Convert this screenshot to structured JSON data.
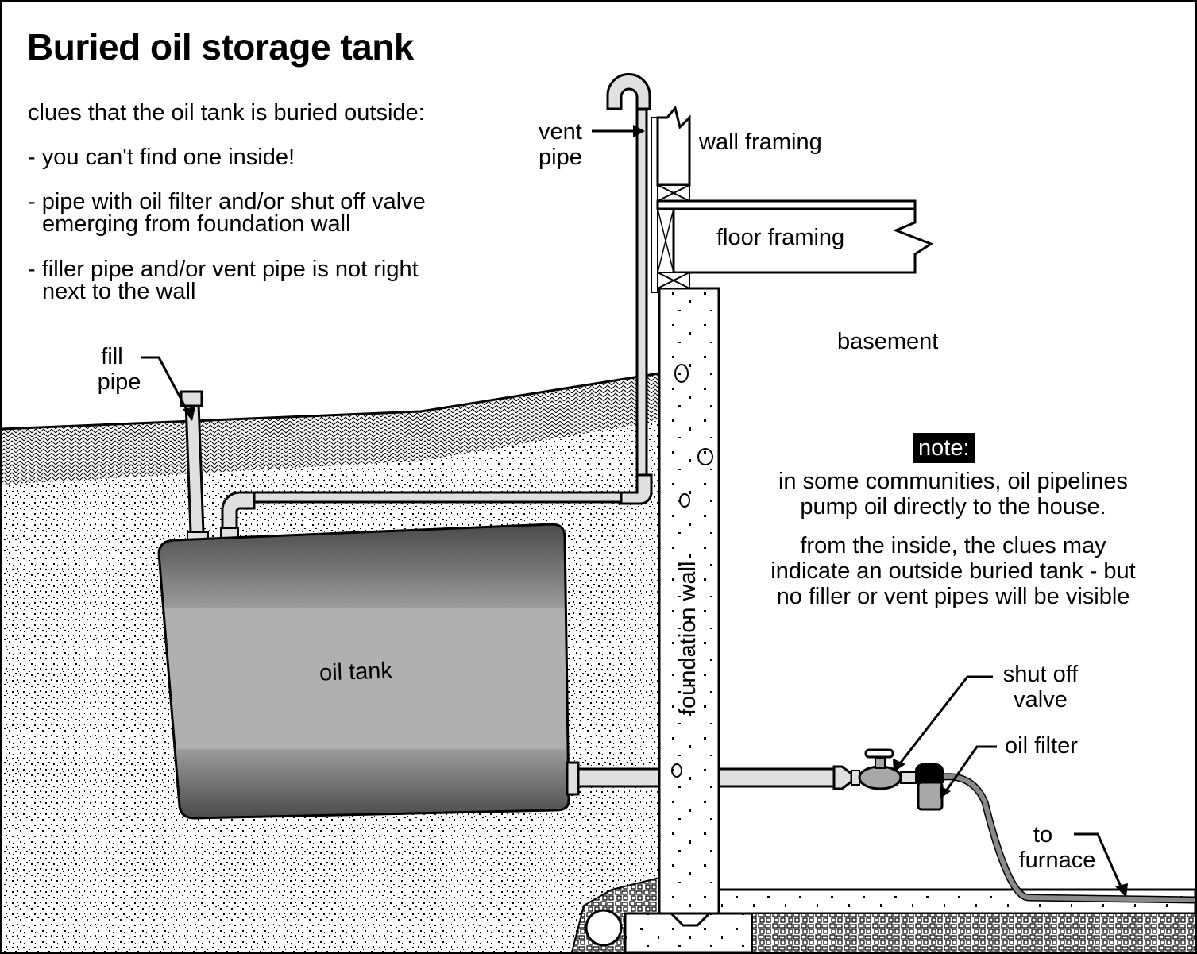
{
  "title": "Buried oil storage tank",
  "clues": {
    "heading": "clues that the oil tank is buried outside:",
    "items": [
      "- you can't find one inside!",
      "- pipe with oil filter and/or shut off valve",
      "emerging from foundation wall",
      "- filler pipe and/or vent pipe is not right",
      "next to the wall"
    ]
  },
  "labels": {
    "vent_pipe_1": "vent",
    "vent_pipe_2": "pipe",
    "wall_framing": "wall framing",
    "floor_framing": "floor framing",
    "basement": "basement",
    "fill_pipe_1": "fill",
    "fill_pipe_2": "pipe",
    "oil_tank": "oil tank",
    "foundation_wall": "foundation wall",
    "shut_off_valve_1": "shut off",
    "shut_off_valve_2": "valve",
    "oil_filter": "oil filter",
    "to_furnace_1": "to",
    "to_furnace_2": "furnace"
  },
  "note": {
    "badge": "note:",
    "para1_line1": "in some communities, oil pipelines",
    "para1_line2": "pump oil directly to the house.",
    "para2_line1": "from the inside, the clues may",
    "para2_line2": "indicate an outside buried tank - but",
    "para2_line3": "no filler or vent pipes will be visible"
  },
  "colors": {
    "pipe_fill": "#e0e0e0",
    "tank_mid": "#b0b0b0",
    "tank_dark": "#555555",
    "hose": "#8a8a8a",
    "valve": "#a8a8a8",
    "ink": "#000000"
  }
}
